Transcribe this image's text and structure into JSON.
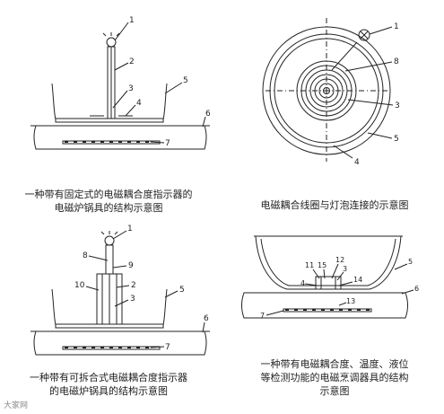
{
  "figures": [
    {
      "caption_lines": [
        "一种带有固定式的电磁耦合度指示器的",
        "电磁炉锅具的结构示意图"
      ],
      "callouts": [
        "1",
        "2",
        "3",
        "4",
        "5",
        "6",
        "7"
      ]
    },
    {
      "caption_lines": [
        "电磁耦合线圈与灯泡连接的示意图"
      ],
      "callouts": [
        "1",
        "8",
        "3",
        "5",
        "4"
      ]
    },
    {
      "caption_lines": [
        "一种带有可拆合式电磁耦合度指示器",
        "的电磁炉锅具的结构示意图"
      ],
      "callouts": [
        "1",
        "8",
        "9",
        "10",
        "2",
        "3",
        "5",
        "6",
        "7"
      ]
    },
    {
      "caption_lines": [
        "一种带有电磁耦合度、温度、液位",
        "等检测功能的电磁烹调器具的结构",
        "示意图"
      ],
      "callouts": [
        "11",
        "15",
        "12",
        "3",
        "14",
        "4",
        "5",
        "6",
        "7",
        "13"
      ]
    }
  ],
  "watermark": "大家网"
}
